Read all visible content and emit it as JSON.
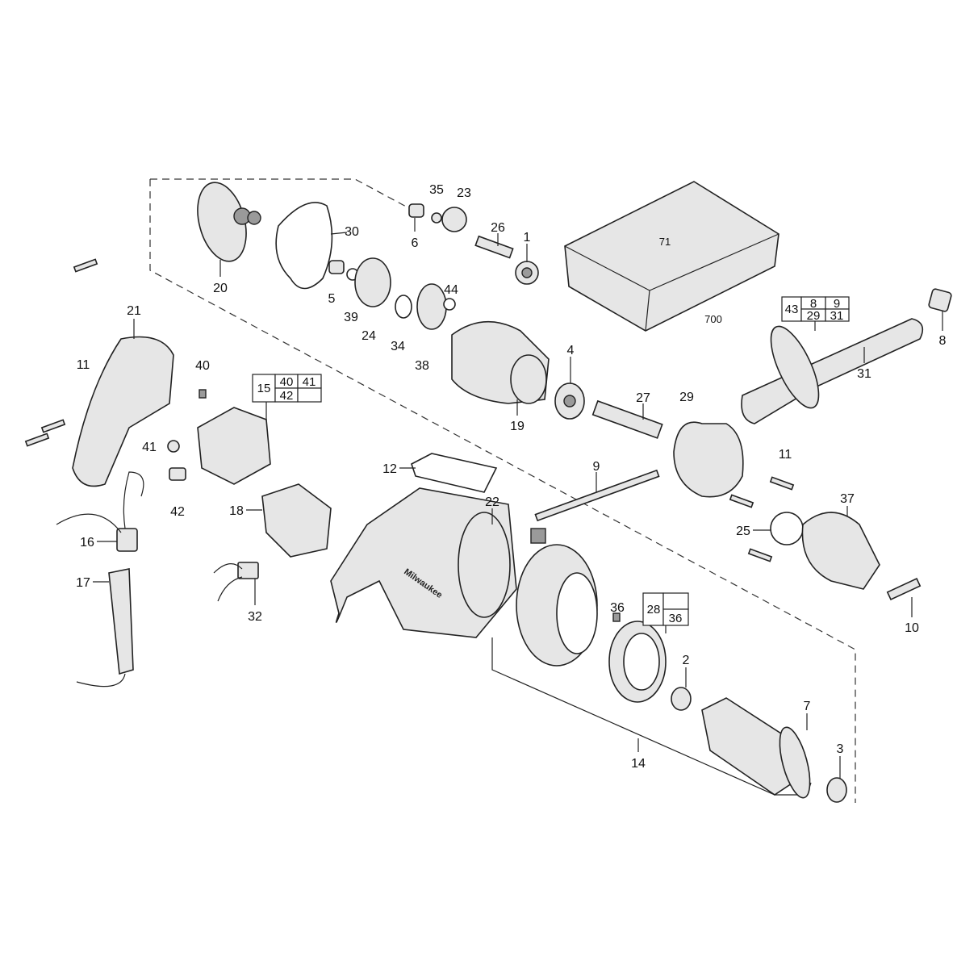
{
  "diagram": {
    "labels": [
      "35",
      "23",
      "6",
      "26",
      "1",
      "30",
      "20",
      "5",
      "39",
      "24",
      "34",
      "38",
      "44",
      "71",
      "700",
      "8",
      "31",
      "21",
      "11",
      "40",
      "41",
      "42",
      "4",
      "19",
      "27",
      "29",
      "9",
      "12",
      "22",
      "18",
      "16",
      "17",
      "32",
      "11",
      "37",
      "25",
      "10",
      "36",
      "2",
      "7",
      "3",
      "14"
    ],
    "table_brush": {
      "main": "15",
      "cells": [
        "40",
        "41",
        "42"
      ]
    },
    "table_handle": {
      "main": "43",
      "cells": [
        "8",
        "9",
        "29",
        "31"
      ]
    },
    "table_baffle": {
      "main": "28",
      "cells": [
        "36"
      ]
    },
    "brand_mark": "Milwaukee"
  }
}
